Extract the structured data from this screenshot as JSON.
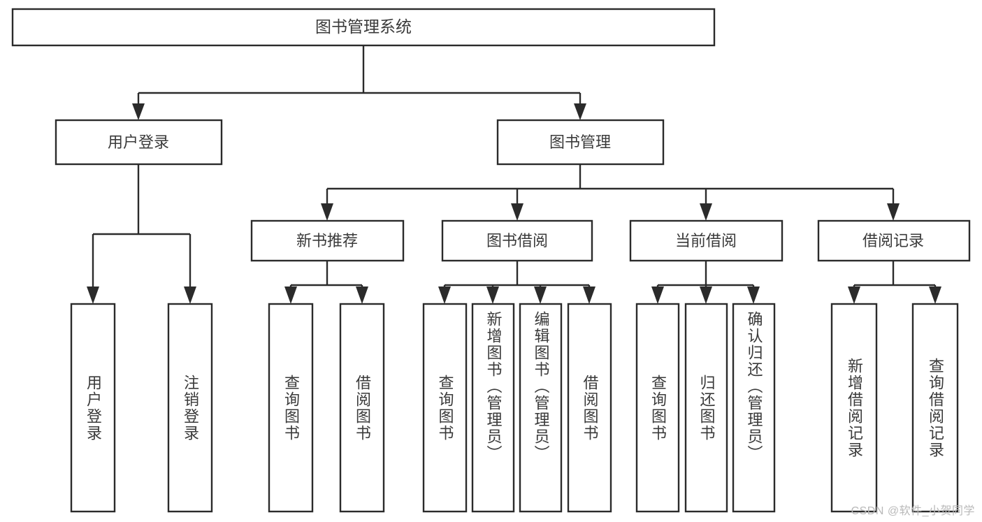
{
  "diagram": {
    "title_node": {
      "label": "图书管理系统"
    },
    "level2": [
      {
        "id": "user-login",
        "label": "用户登录"
      },
      {
        "id": "book-management",
        "label": "图书管理"
      }
    ],
    "level3": [
      {
        "id": "new-book-recommend",
        "label": "新书推荐"
      },
      {
        "id": "book-borrow",
        "label": "图书借阅"
      },
      {
        "id": "current-borrow",
        "label": "当前借阅"
      },
      {
        "id": "borrow-record",
        "label": "借阅记录"
      }
    ],
    "leaves": [
      {
        "id": "leaf-user-login",
        "label": "用户登录"
      },
      {
        "id": "leaf-logout",
        "label": "注销登录"
      },
      {
        "id": "leaf-query-book-1",
        "label": "查询图书"
      },
      {
        "id": "leaf-borrow-book-1",
        "label": "借阅图书"
      },
      {
        "id": "leaf-query-book-2",
        "label": "查询图书"
      },
      {
        "id": "leaf-add-book",
        "label": "新增图书（管理员）"
      },
      {
        "id": "leaf-edit-book",
        "label": "编辑图书（管理员）"
      },
      {
        "id": "leaf-borrow-book-2",
        "label": "借阅图书"
      },
      {
        "id": "leaf-query-book-3",
        "label": "查询图书"
      },
      {
        "id": "leaf-return-book",
        "label": "归还图书"
      },
      {
        "id": "leaf-confirm-return",
        "label": "确认归还（管理员）"
      },
      {
        "id": "leaf-add-record",
        "label": "新增借阅记录"
      },
      {
        "id": "leaf-query-record",
        "label": "查询借阅记录"
      }
    ],
    "colors": {
      "stroke": "#2b2b2b",
      "text": "#3a3a3a",
      "background": "#ffffff",
      "watermark": "#b9b9b9"
    }
  },
  "watermark": {
    "text": "CSDN @软件_小贺同学"
  }
}
